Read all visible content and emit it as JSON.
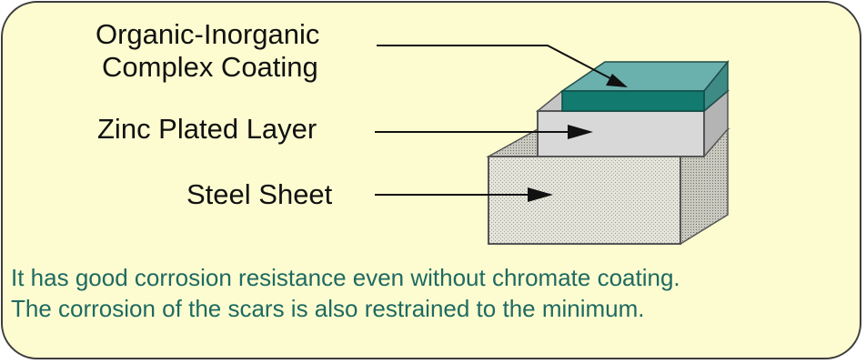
{
  "labels": {
    "coating_line1": "Organic-Inorganic",
    "coating_line2": "Complex Coating",
    "zinc": "Zinc Plated Layer",
    "steel": "Steel Sheet"
  },
  "caption": {
    "line1": "It has good corrosion resistance even without chromate coating.",
    "line2": "The corrosion of the scars is also restrained to the minimum."
  },
  "colors": {
    "background": "#fdfcd0",
    "coating": "#6ab0ac",
    "zinc": "#d8d8d8",
    "steel": "#e6e6d9",
    "caption_text": "#1e6a62"
  }
}
